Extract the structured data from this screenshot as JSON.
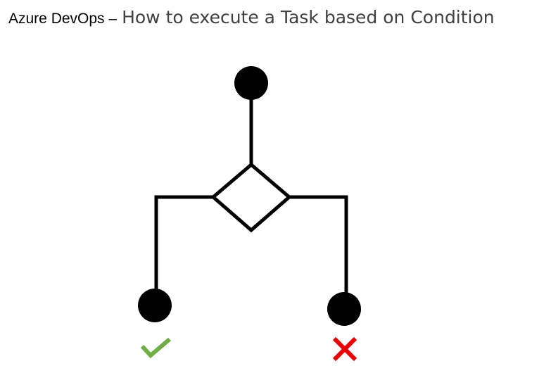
{
  "title": {
    "prefix": "Azure DevOps –",
    "main": "How to execute a Task based on Condition"
  },
  "diagram": {
    "type": "flowchart-condition",
    "nodes": [
      {
        "id": "start",
        "shape": "filled-circle"
      },
      {
        "id": "condition",
        "shape": "diamond"
      },
      {
        "id": "branch-true",
        "shape": "filled-circle",
        "outcome": "success"
      },
      {
        "id": "branch-false",
        "shape": "filled-circle",
        "outcome": "failure"
      }
    ],
    "edges": [
      {
        "from": "start",
        "to": "condition"
      },
      {
        "from": "condition",
        "to": "branch-true"
      },
      {
        "from": "condition",
        "to": "branch-false"
      }
    ],
    "icons": {
      "success": "check-icon",
      "failure": "cross-icon"
    },
    "colors": {
      "stroke": "#000000",
      "success": "#70ad47",
      "failure": "#e60000",
      "title_prefix": "#000000",
      "title_main": "#404040"
    }
  }
}
